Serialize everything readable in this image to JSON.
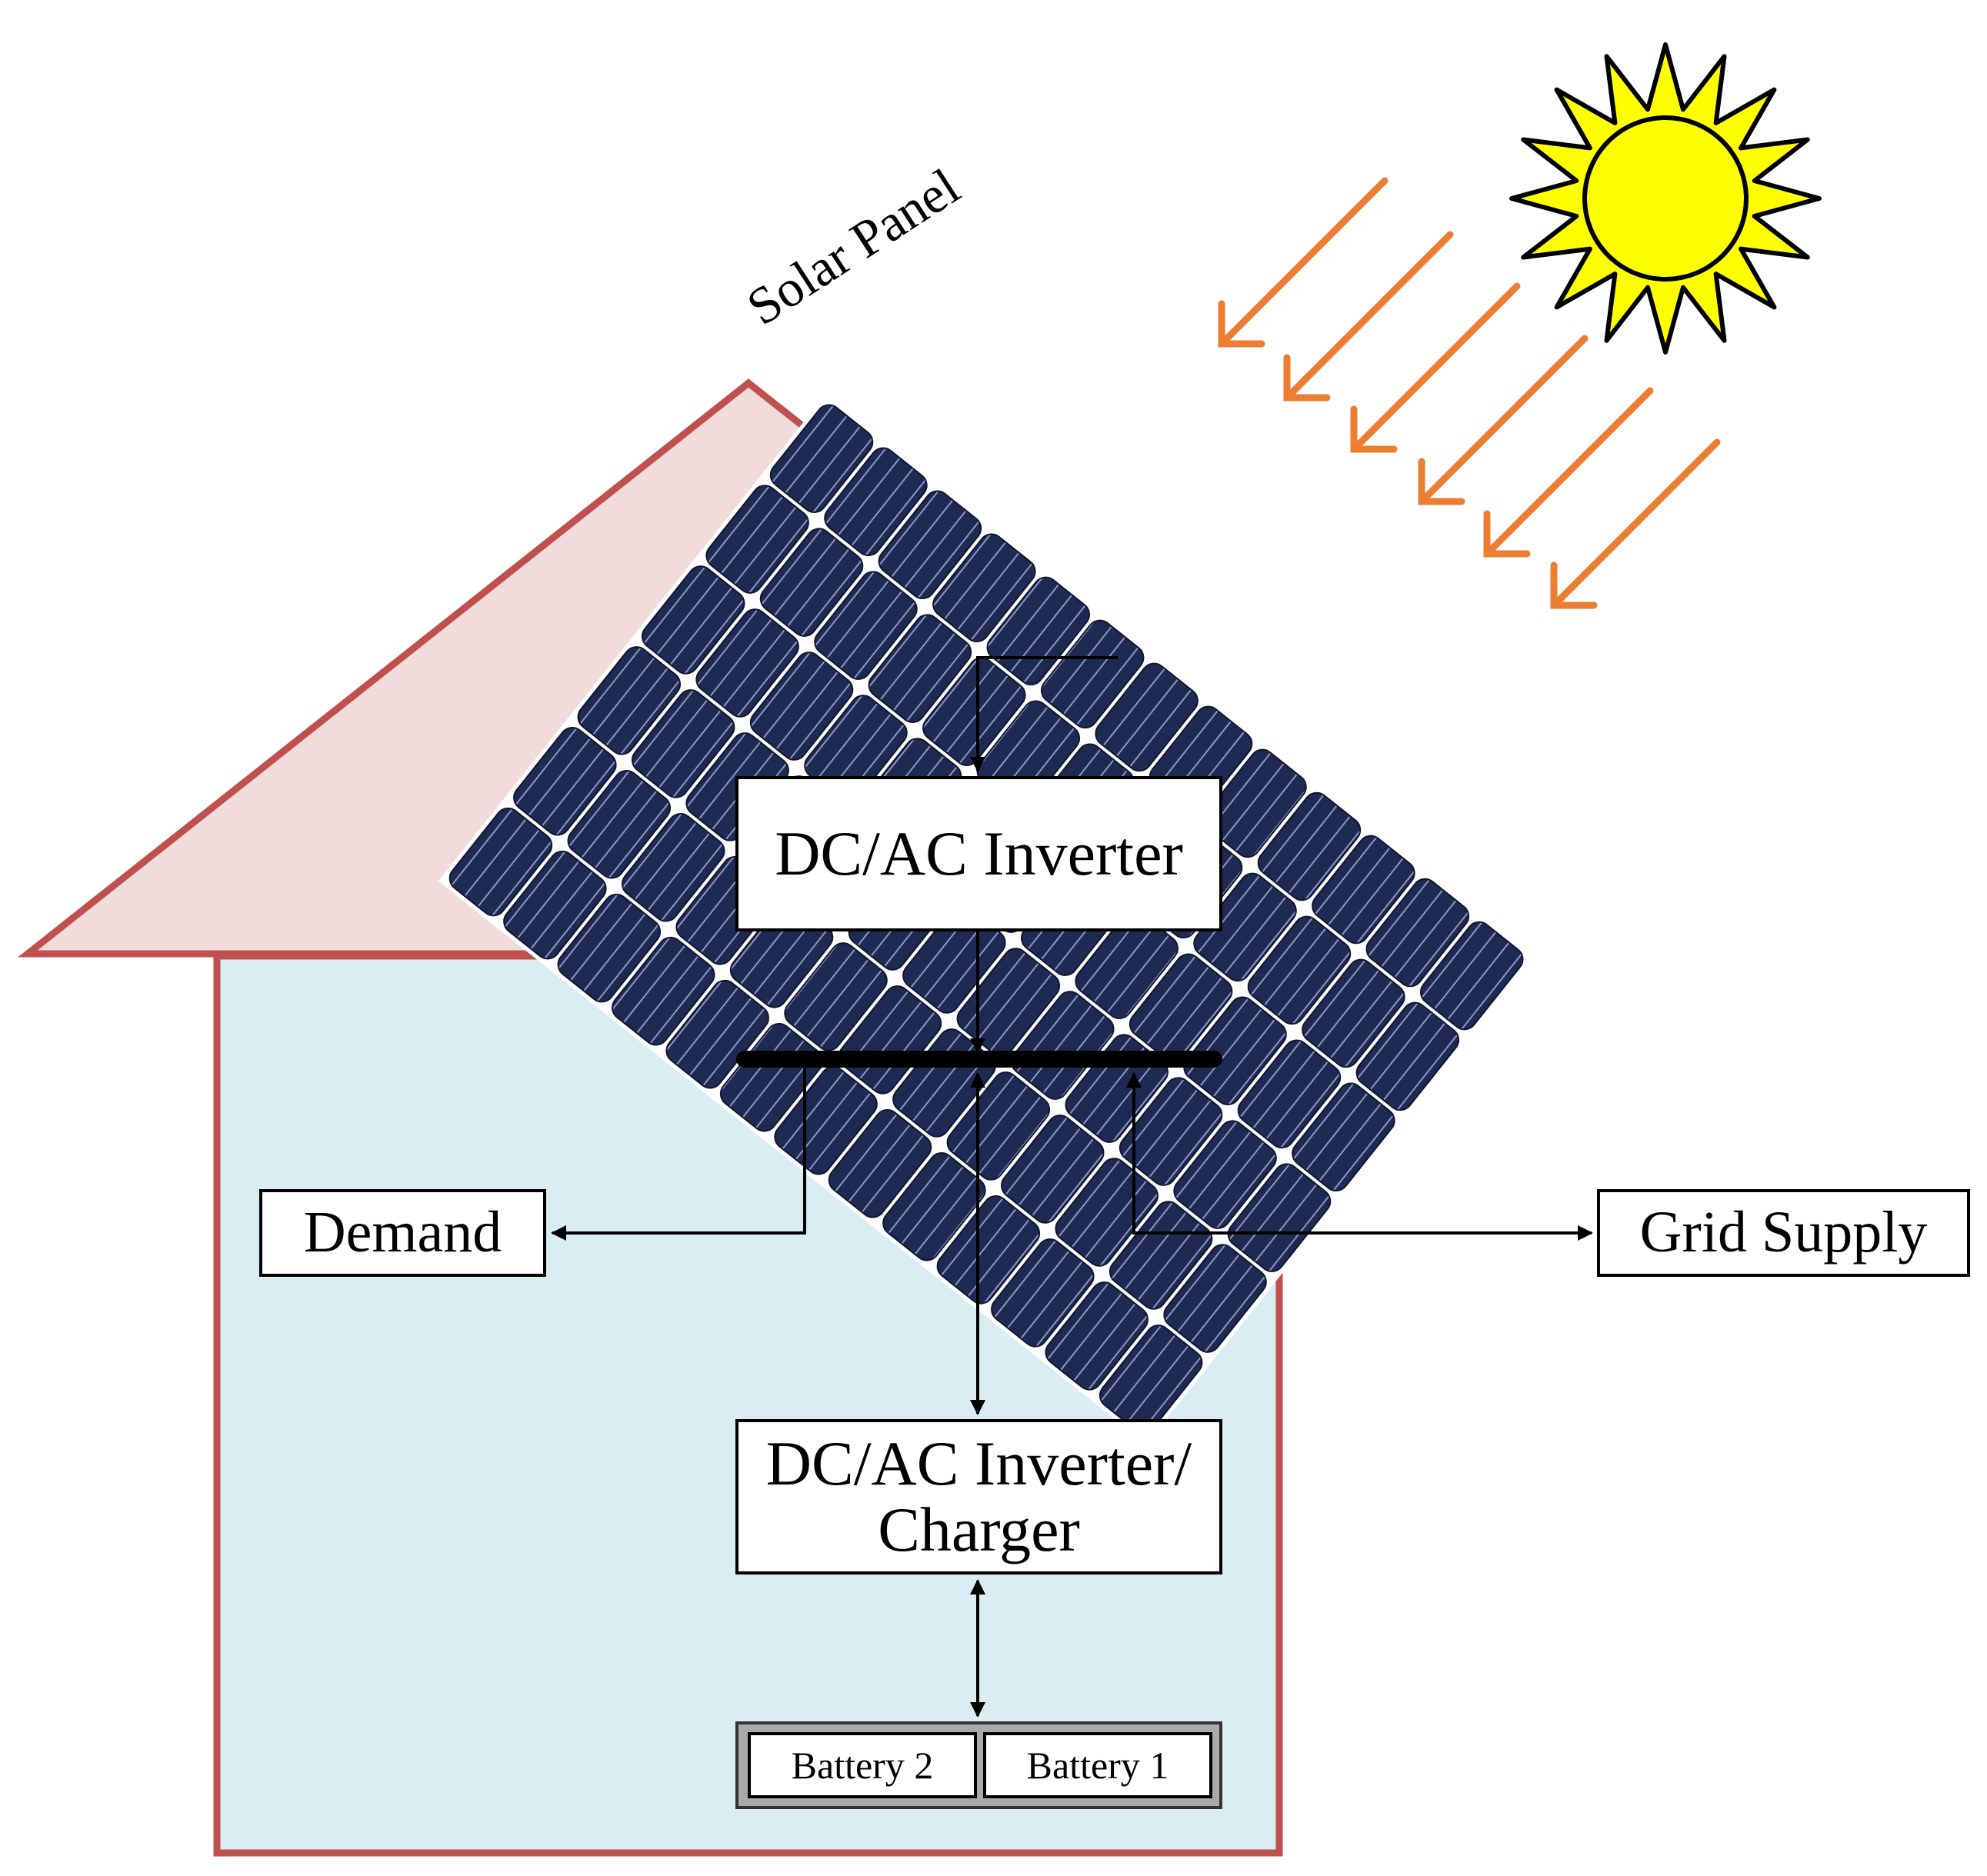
{
  "labels": {
    "solar_panel": "Solar Panel",
    "inverter": "DC/AC Inverter",
    "inverter_charger_line1": "DC/AC Inverter/",
    "inverter_charger_line2": "Charger",
    "demand": "Demand",
    "grid_supply": "Grid Supply",
    "battery_2": "Battery 2",
    "battery_1": "Battery 1"
  },
  "colors": {
    "roof_fill": "#f2dcdb",
    "house_outline": "#c0504d",
    "body_fill": "#daedf3",
    "panel_cell": "#1f2a52",
    "sun_fill": "#ffff00",
    "ray": "#ed7d31",
    "line": "#000000"
  },
  "icons": [
    "sun-icon",
    "solar-panel-icon",
    "sun-ray-arrow"
  ]
}
